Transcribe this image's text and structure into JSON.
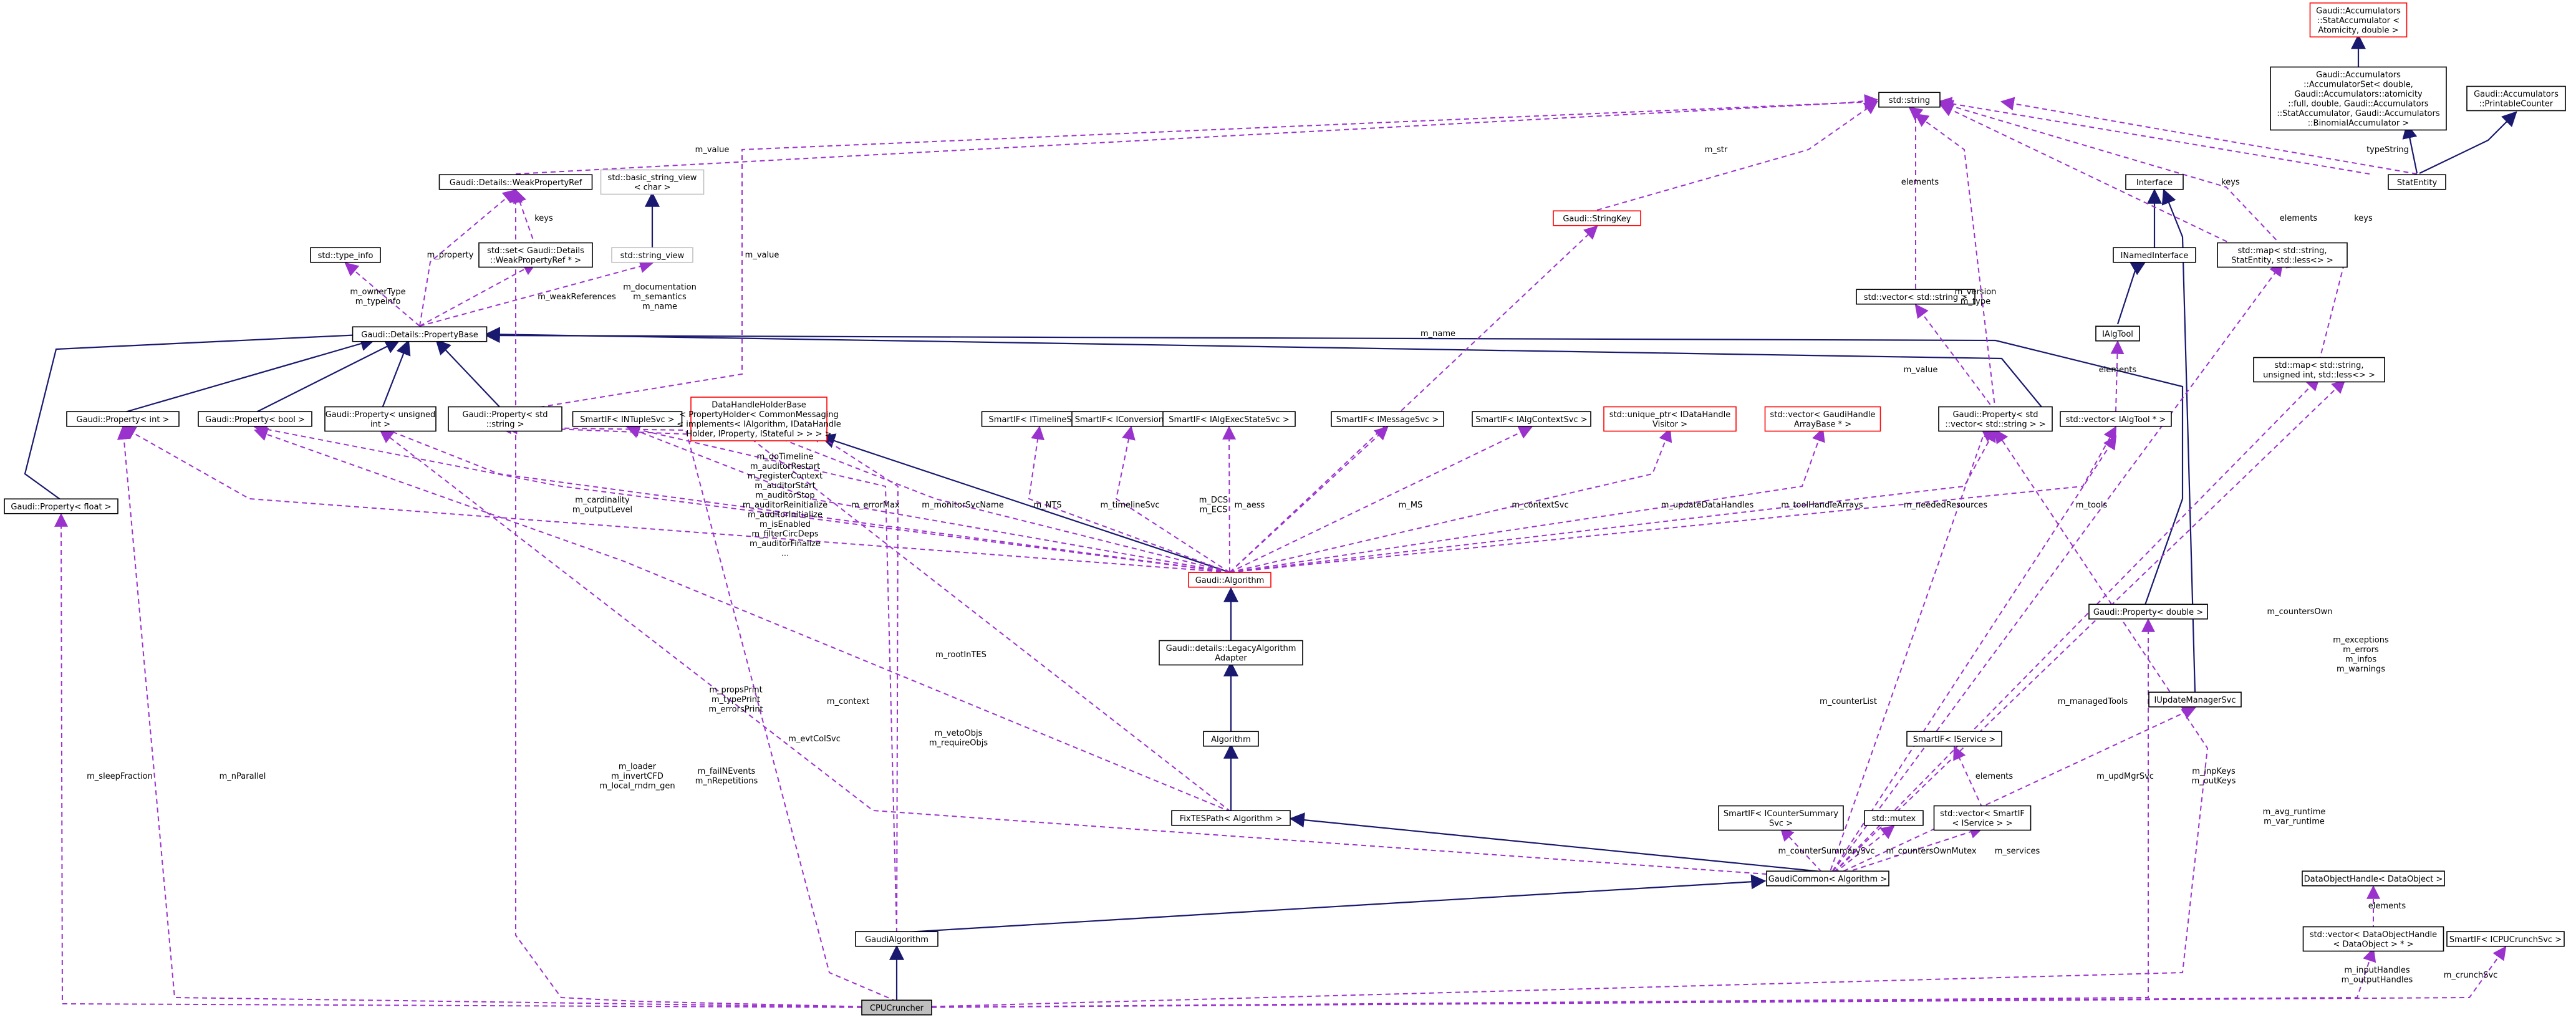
{
  "diagram": {
    "colors": {
      "inheritance_edge": "#191970",
      "usage_edge": "#9a32cd",
      "red_border": "#ff0000",
      "gray_border": "#bfbfbf",
      "focus_fill": "#bfbfbf"
    },
    "nodes": [
      {
        "id": "acc_sta",
        "lines": [
          "Gaudi::Accumulators",
          "::StatAccumulator <",
          "Atomicity, double >"
        ],
        "style": "red"
      },
      {
        "id": "acc_set",
        "lines": [
          "Gaudi::Accumulators",
          "::AccumulatorSet< double,",
          "Gaudi::Accumulators::atomicity",
          "::full, double, Gaudi::Accumulators",
          "::StatAccumulator, Gaudi::Accumulators",
          "::BinomialAccumulator >"
        ],
        "style": "normal"
      },
      {
        "id": "printable",
        "lines": [
          "Gaudi::Accumulators",
          "::PrintableCounter"
        ],
        "style": "normal"
      },
      {
        "id": "stdstring",
        "lines": [
          "std::string"
        ],
        "style": "normal"
      },
      {
        "id": "weakref",
        "lines": [
          "Gaudi::Details::WeakPropertyRef"
        ],
        "style": "normal"
      },
      {
        "id": "bsv",
        "lines": [
          "std::basic_string_view",
          "< char >"
        ],
        "style": "gray"
      },
      {
        "id": "interface",
        "lines": [
          "Interface"
        ],
        "style": "normal"
      },
      {
        "id": "statentity",
        "lines": [
          "StatEntity"
        ],
        "style": "normal"
      },
      {
        "id": "stringkey",
        "lines": [
          "Gaudi::StringKey"
        ],
        "style": "red"
      },
      {
        "id": "typeinfo",
        "lines": [
          "std::type_info"
        ],
        "style": "normal"
      },
      {
        "id": "setweak",
        "lines": [
          "std::set< Gaudi::Details",
          "::WeakPropertyRef * >"
        ],
        "style": "normal"
      },
      {
        "id": "sv",
        "lines": [
          "std::string_view"
        ],
        "style": "gray"
      },
      {
        "id": "inamed",
        "lines": [
          "INamedInterface"
        ],
        "style": "normal"
      },
      {
        "id": "mapstat",
        "lines": [
          "std::map< std::string,",
          "StatEntity, std::less<> >"
        ],
        "style": "normal"
      },
      {
        "id": "vecstr",
        "lines": [
          "std::vector< std::string >"
        ],
        "style": "normal"
      },
      {
        "id": "ialgtool",
        "lines": [
          "IAlgTool"
        ],
        "style": "normal"
      },
      {
        "id": "propbase",
        "lines": [
          "Gaudi::Details::PropertyBase"
        ],
        "style": "normal"
      },
      {
        "id": "mapuint",
        "lines": [
          "std::map< std::string,",
          "unsigned int, std::less<> >"
        ],
        "style": "normal"
      },
      {
        "id": "pint",
        "lines": [
          "Gaudi::Property< int >"
        ],
        "style": "normal"
      },
      {
        "id": "pbool",
        "lines": [
          "Gaudi::Property< bool >"
        ],
        "style": "normal"
      },
      {
        "id": "puint",
        "lines": [
          "Gaudi::Property< unsigned",
          "int >"
        ],
        "style": "normal"
      },
      {
        "id": "pstr",
        "lines": [
          "Gaudi::Property< std",
          "::string >"
        ],
        "style": "normal"
      },
      {
        "id": "ntuple",
        "lines": [
          "SmartIF< INTupleSvc >"
        ],
        "style": "normal"
      },
      {
        "id": "dhhb",
        "lines": [
          "DataHandleHolderBase",
          "< PropertyHolder< CommonMessaging",
          "< implements< IAlgorithm, IDataHandle",
          "Holder, IProperty, IStateful > > > >"
        ],
        "style": "red"
      },
      {
        "id": "itimeline",
        "lines": [
          "SmartIF< ITimelineSvc >"
        ],
        "style": "normal"
      },
      {
        "id": "iconv",
        "lines": [
          "SmartIF< IConversionSvc >"
        ],
        "style": "normal"
      },
      {
        "id": "iexec",
        "lines": [
          "SmartIF< IAlgExecStateSvc >"
        ],
        "style": "normal"
      },
      {
        "id": "imsg",
        "lines": [
          "SmartIF< IMessageSvc >"
        ],
        "style": "normal"
      },
      {
        "id": "ictx",
        "lines": [
          "SmartIF< IAlgContextSvc >"
        ],
        "style": "normal"
      },
      {
        "id": "uptr",
        "lines": [
          "std::unique_ptr< IDataHandle",
          "Visitor >"
        ],
        "style": "red"
      },
      {
        "id": "vechandle",
        "lines": [
          "std::vector< GaudiHandle",
          "ArrayBase * >"
        ],
        "style": "red"
      },
      {
        "id": "pvecstr",
        "lines": [
          "Gaudi::Property< std",
          "::vector< std::string > >"
        ],
        "style": "normal"
      },
      {
        "id": "vecialgtool",
        "lines": [
          "std::vector< IAlgTool * >"
        ],
        "style": "normal"
      },
      {
        "id": "pfloat",
        "lines": [
          "Gaudi::Property< float >"
        ],
        "style": "normal"
      },
      {
        "id": "algorithm_g",
        "lines": [
          "Gaudi::Algorithm"
        ],
        "style": "red"
      },
      {
        "id": "pdouble",
        "lines": [
          "Gaudi::Property< double >"
        ],
        "style": "normal"
      },
      {
        "id": "legacy",
        "lines": [
          "Gaudi::details::LegacyAlgorithm",
          "Adapter"
        ],
        "style": "normal"
      },
      {
        "id": "iupdate",
        "lines": [
          "IUpdateManagerSvc"
        ],
        "style": "normal"
      },
      {
        "id": "algorithm",
        "lines": [
          "Algorithm"
        ],
        "style": "normal"
      },
      {
        "id": "isvc",
        "lines": [
          "SmartIF< IService >"
        ],
        "style": "normal"
      },
      {
        "id": "fixtes",
        "lines": [
          "FixTESPath< Algorithm >"
        ],
        "style": "normal"
      },
      {
        "id": "icounter",
        "lines": [
          "SmartIF< ICounterSummary",
          "Svc >"
        ],
        "style": "normal"
      },
      {
        "id": "mutex",
        "lines": [
          "std::mutex"
        ],
        "style": "normal"
      },
      {
        "id": "vecsvc",
        "lines": [
          "std::vector< SmartIF",
          "< IService > >"
        ],
        "style": "normal"
      },
      {
        "id": "gcommon",
        "lines": [
          "GaudiCommon< Algorithm >"
        ],
        "style": "normal"
      },
      {
        "id": "dohandle",
        "lines": [
          "DataObjectHandle< DataObject >"
        ],
        "style": "normal"
      },
      {
        "id": "galgorithm",
        "lines": [
          "GaudiAlgorithm"
        ],
        "style": "normal"
      },
      {
        "id": "vecdoh",
        "lines": [
          "std::vector< DataObjectHandle",
          "< DataObject > * >"
        ],
        "style": "normal"
      },
      {
        "id": "icrunch",
        "lines": [
          "SmartIF< ICPUCrunchSvc >"
        ],
        "style": "normal"
      },
      {
        "id": "cpucruncher",
        "lines": [
          "CPUCruncher"
        ],
        "style": "focus"
      }
    ],
    "edge_labels": [
      {
        "id": "l_value1",
        "lines": [
          "m_value"
        ]
      },
      {
        "id": "l_str",
        "lines": [
          "m_str"
        ]
      },
      {
        "id": "l_typestring",
        "lines": [
          "typeString"
        ]
      },
      {
        "id": "l_keys1",
        "lines": [
          "keys"
        ]
      },
      {
        "id": "l_keys2",
        "lines": [
          "keys"
        ]
      },
      {
        "id": "l_keys3",
        "lines": [
          "keys"
        ]
      },
      {
        "id": "l_elements1",
        "lines": [
          "elements"
        ]
      },
      {
        "id": "l_elements2",
        "lines": [
          "elements"
        ]
      },
      {
        "id": "l_property",
        "lines": [
          "m_property"
        ]
      },
      {
        "id": "l_value2",
        "lines": [
          "m_value"
        ]
      },
      {
        "id": "l_ownertype",
        "lines": [
          "m_ownerType",
          "m_typeinfo"
        ]
      },
      {
        "id": "l_weakrefs",
        "lines": [
          "m_weakReferences"
        ]
      },
      {
        "id": "l_docs",
        "lines": [
          "m_documentation",
          "m_semantics",
          "m_name"
        ]
      },
      {
        "id": "l_name",
        "lines": [
          "m_name"
        ]
      },
      {
        "id": "l_version",
        "lines": [
          "m_version",
          "m_type"
        ]
      },
      {
        "id": "l_value3",
        "lines": [
          "m_value"
        ]
      },
      {
        "id": "l_elements3",
        "lines": [
          "elements"
        ]
      },
      {
        "id": "l_cardinality",
        "lines": [
          "m_cardinality",
          "m_outputLevel"
        ]
      },
      {
        "id": "l_dotimeline",
        "lines": [
          "m_doTimeline",
          "m_auditorRestart",
          "m_registerContext",
          "m_auditorStart",
          "m_auditorStop",
          "m_auditorReinitialize",
          "m_auditorInitialize",
          "m_isEnabled",
          "m_filterCircDeps",
          "m_auditorFinalize",
          "..."
        ]
      },
      {
        "id": "l_errormax",
        "lines": [
          "m_errorMax"
        ]
      },
      {
        "id": "l_monitor",
        "lines": [
          "m_monitorSvcName"
        ]
      },
      {
        "id": "l_nts",
        "lines": [
          "m_NTS"
        ]
      },
      {
        "id": "l_timeline",
        "lines": [
          "m_timelineSvc"
        ]
      },
      {
        "id": "l_dcs",
        "lines": [
          "m_DCS",
          "m_ECS"
        ]
      },
      {
        "id": "l_aess",
        "lines": [
          "m_aess"
        ]
      },
      {
        "id": "l_ms",
        "lines": [
          "m_MS"
        ]
      },
      {
        "id": "l_ctxsvc",
        "lines": [
          "m_contextSvc"
        ]
      },
      {
        "id": "l_updatedh",
        "lines": [
          "m_updateDataHandles"
        ]
      },
      {
        "id": "l_toolarrays",
        "lines": [
          "m_toolHandleArrays"
        ]
      },
      {
        "id": "l_needed",
        "lines": [
          "m_neededResources"
        ]
      },
      {
        "id": "l_tools",
        "lines": [
          "m_tools"
        ]
      },
      {
        "id": "l_roottes",
        "lines": [
          "m_rootInTES"
        ]
      },
      {
        "id": "l_context",
        "lines": [
          "m_context"
        ]
      },
      {
        "id": "l_propsprint",
        "lines": [
          "m_propsPrint",
          "m_typePrint",
          "m_errorsPrint"
        ]
      },
      {
        "id": "l_vetoobjs",
        "lines": [
          "m_vetoObjs",
          "m_requireObjs"
        ]
      },
      {
        "id": "l_evtcol",
        "lines": [
          "m_evtColSvc"
        ]
      },
      {
        "id": "l_loader",
        "lines": [
          "m_loader",
          "m_invertCFD",
          "m_local_rndm_gen"
        ]
      },
      {
        "id": "l_failn",
        "lines": [
          "m_failNEvents",
          "m_nRepetitions"
        ]
      },
      {
        "id": "l_sleep",
        "lines": [
          "m_sleepFraction"
        ]
      },
      {
        "id": "l_nparallel",
        "lines": [
          "m_nParallel"
        ]
      },
      {
        "id": "l_counterlist",
        "lines": [
          "m_counterList"
        ]
      },
      {
        "id": "l_managed",
        "lines": [
          "m_managedTools"
        ]
      },
      {
        "id": "l_countersown",
        "lines": [
          "m_countersOwn"
        ]
      },
      {
        "id": "l_exceptions",
        "lines": [
          "m_exceptions",
          "m_errors",
          "m_infos",
          "m_warnings"
        ]
      },
      {
        "id": "l_updmgr",
        "lines": [
          "m_updMgrSvc"
        ]
      },
      {
        "id": "l_inpkeys",
        "lines": [
          "m_inpKeys",
          "m_outKeys"
        ]
      },
      {
        "id": "l_avgrun",
        "lines": [
          "m_avg_runtime",
          "m_var_runtime"
        ]
      },
      {
        "id": "l_countersummary",
        "lines": [
          "m_counterSummarySvc"
        ]
      },
      {
        "id": "l_countersownmutex",
        "lines": [
          "m_countersOwnMutex"
        ]
      },
      {
        "id": "l_services",
        "lines": [
          "m_services"
        ]
      },
      {
        "id": "l_elements4",
        "lines": [
          "elements"
        ]
      },
      {
        "id": "l_elements5",
        "lines": [
          "elements"
        ]
      },
      {
        "id": "l_inputhandles",
        "lines": [
          "m_inputHandles",
          "m_outputHandles"
        ]
      },
      {
        "id": "l_crunchsvc",
        "lines": [
          "m_crunchSvc"
        ]
      }
    ]
  }
}
